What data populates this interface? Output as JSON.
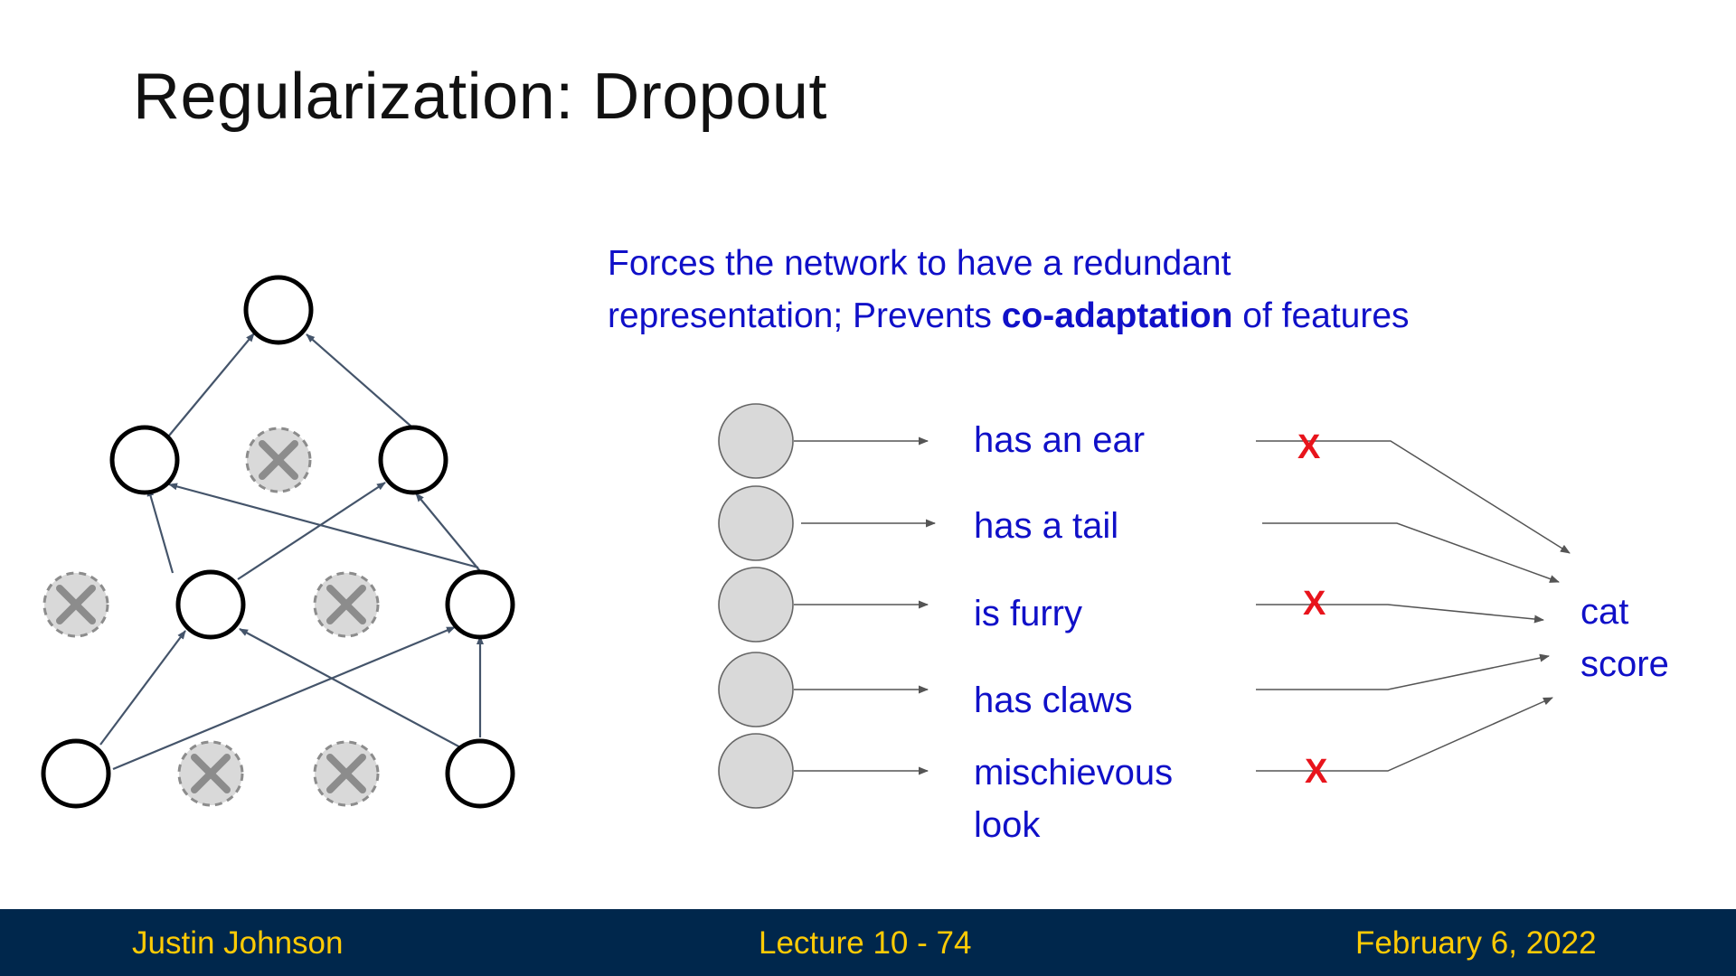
{
  "slide": {
    "title": "Regularization: Dropout",
    "subtitle_part1": "Forces the network to have a redundant",
    "subtitle_part2": "representation; Prevents ",
    "subtitle_bold": "co-adaptation",
    "subtitle_part3": " of features"
  },
  "features": [
    {
      "label": "has an ear",
      "dropped": true
    },
    {
      "label": "has a tail",
      "dropped": false
    },
    {
      "label": "is furry",
      "dropped": true
    },
    {
      "label": "has claws",
      "dropped": false
    },
    {
      "label": "mischievous",
      "label_line2": "look",
      "dropped": true
    }
  ],
  "drop_mark": "X",
  "output": {
    "line1": "cat",
    "line2": "score"
  },
  "footer": {
    "author": "Justin Johnson",
    "lecture": "Lecture 10 - 74",
    "date": "February 6, 2022"
  },
  "colors": {
    "text_blue": "#1010c8",
    "drop_red": "#e8141c",
    "footer_bg": "#00274c",
    "footer_text": "#ffcb05"
  }
}
